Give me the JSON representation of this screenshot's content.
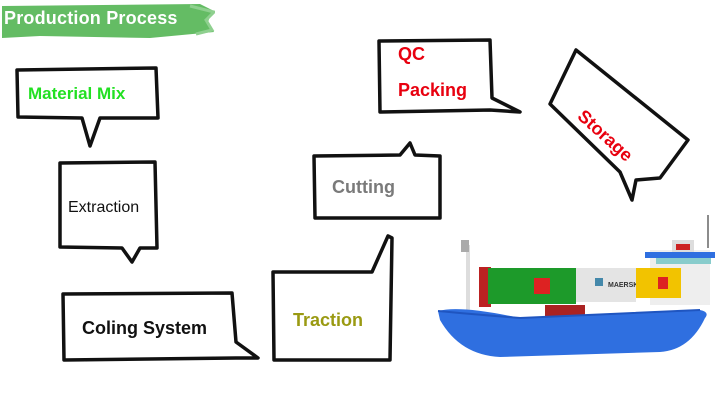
{
  "title": "Production Process",
  "colors": {
    "banner": "#5cb85c",
    "green_text": "#22e022",
    "red_text": "#e8000f",
    "olive_text": "#9a9a12",
    "gray_text": "#7a7a7a",
    "hull": "#2f6fe0"
  },
  "steps": [
    {
      "label": "Material Mix",
      "color": "#22e022"
    },
    {
      "label": "Extraction",
      "color": "#111111"
    },
    {
      "label": "Coling System",
      "color": "#111111"
    },
    {
      "label": "Traction",
      "color": "#9a9a12"
    },
    {
      "label": "Cutting",
      "color": "#7a7a7a"
    },
    {
      "label": "QC",
      "color": "#e8000f"
    },
    {
      "label": "Packing",
      "color": "#e8000f"
    },
    {
      "label": "Storage",
      "color": "#e8000f"
    }
  ],
  "ship": {
    "container_brand": "MAERSK"
  }
}
